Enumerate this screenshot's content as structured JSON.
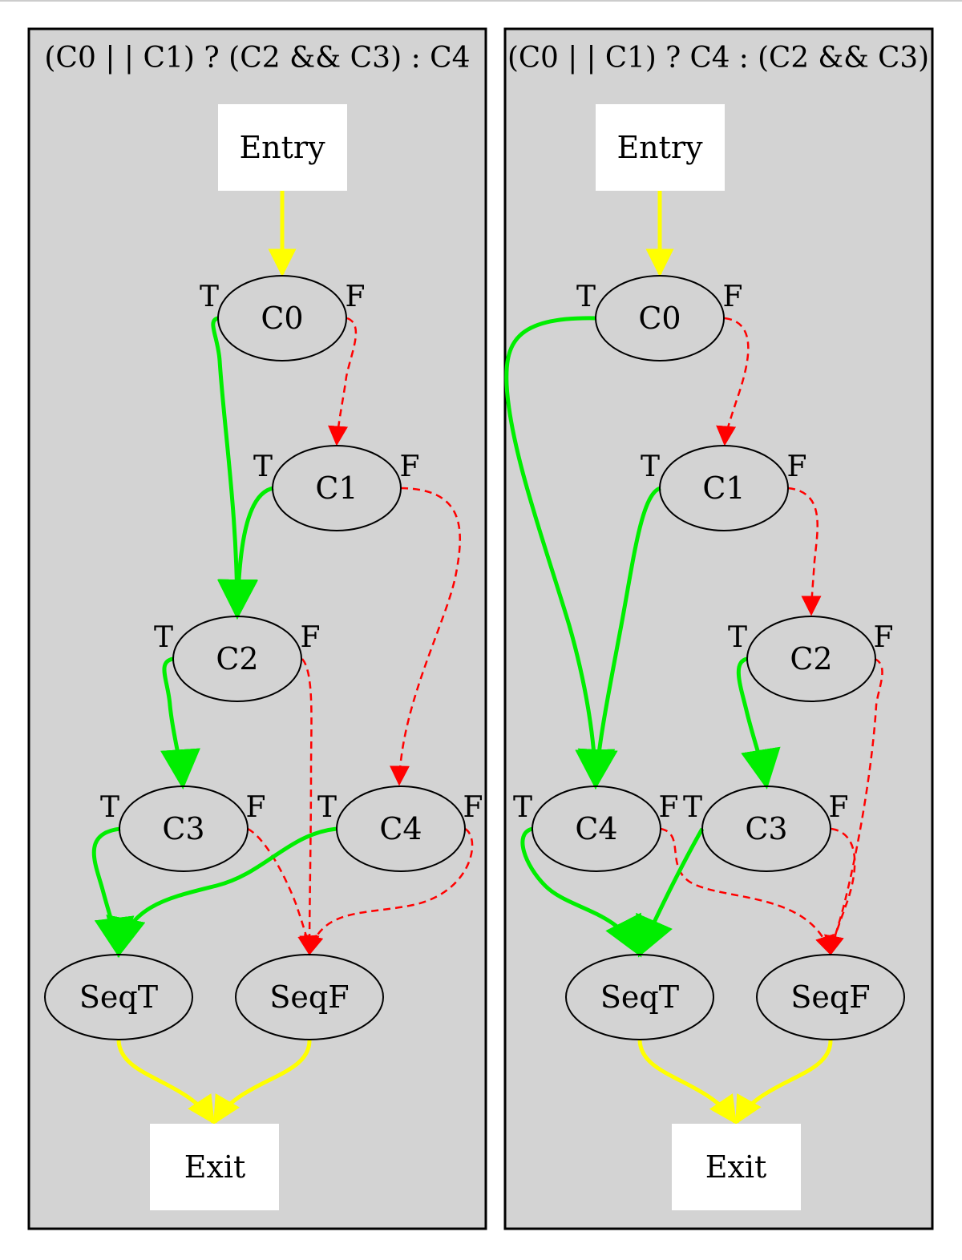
{
  "panels": [
    {
      "id": "left",
      "title": "(C0 | | C1) ? (C2 && C3) : C4",
      "nodes": {
        "entry": "Entry",
        "c0": "C0",
        "c1": "C1",
        "c2": "C2",
        "c3": "C3",
        "c4": "C4",
        "seqt": "SeqT",
        "seqf": "SeqF",
        "exit": "Exit"
      },
      "ports": {
        "c0_t": "T",
        "c0_f": "F",
        "c1_t": "T",
        "c1_f": "F",
        "c2_t": "T",
        "c2_f": "F",
        "c3_t": "T",
        "c3_f": "F",
        "c4_t": "T",
        "c4_f": "F"
      }
    },
    {
      "id": "right",
      "title": "(C0 | | C1) ? C4 : (C2 && C3)",
      "nodes": {
        "entry": "Entry",
        "c0": "C0",
        "c1": "C1",
        "c2": "C2",
        "c3": "C3",
        "c4": "C4",
        "seqt": "SeqT",
        "seqf": "SeqF",
        "exit": "Exit"
      },
      "ports": {
        "c0_t": "T",
        "c0_f": "F",
        "c1_t": "T",
        "c1_f": "F",
        "c2_t": "T",
        "c2_f": "F",
        "c3_t": "T",
        "c3_f": "F",
        "c4_t": "T",
        "c4_f": "F"
      }
    }
  ],
  "colors": {
    "panel_fill": "#d3d3d3",
    "panel_stroke": "#000000",
    "box_fill": "#ffffff",
    "true_edge": "#00ee00",
    "false_edge": "#ff0000",
    "flow_edge": "#ffff00"
  }
}
